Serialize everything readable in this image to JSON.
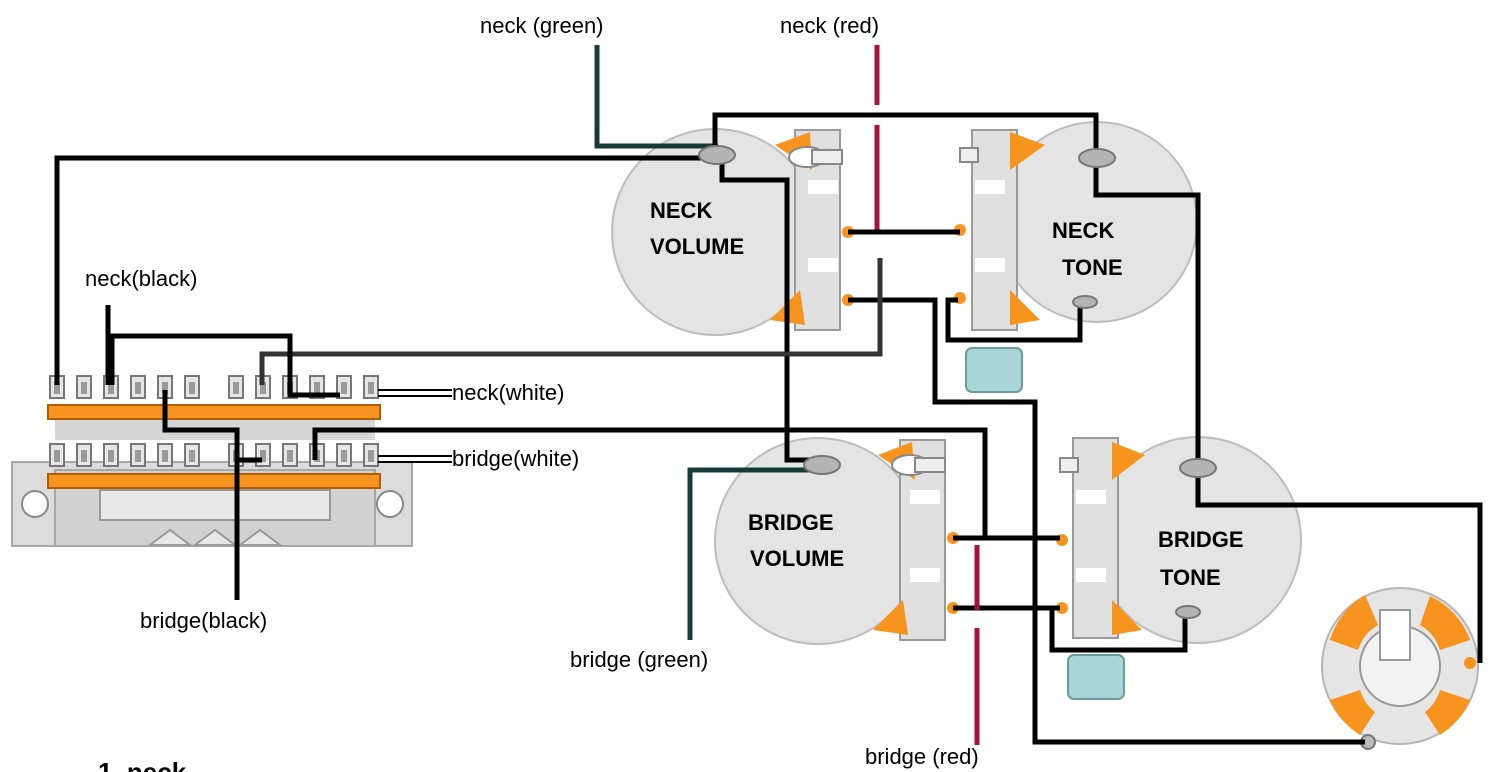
{
  "wire_labels": {
    "neck_green": "neck (green)",
    "neck_red": "neck (red)",
    "neck_black": "neck(black)",
    "neck_white": "neck(white)",
    "bridge_white": "bridge(white)",
    "bridge_black": "bridge(black)",
    "bridge_green": "bridge (green)",
    "bridge_red": "bridge (red)"
  },
  "pots": {
    "neck_volume": [
      "NECK",
      "VOLUME"
    ],
    "neck_tone": [
      "NECK",
      "TONE"
    ],
    "bridge_volume": [
      "BRIDGE",
      "VOLUME"
    ],
    "bridge_tone": [
      "BRIDGE",
      "TONE"
    ]
  },
  "caption": "1. neck",
  "colors": {
    "wire_black": "#000000",
    "wire_green": "#173b38",
    "wire_red": "#a5123c",
    "solder_orange": "#f7941d",
    "pot_grey": "#e4e4e4",
    "capacitor": "#a8d6d6"
  },
  "icons": [
    "pot-icon",
    "capacitor-icon",
    "switch-icon",
    "output-jack-icon"
  ]
}
